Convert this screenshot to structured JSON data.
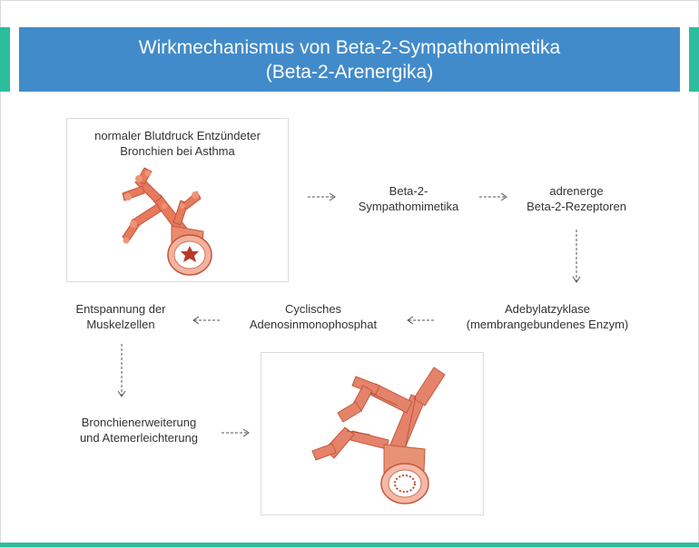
{
  "title": {
    "line1": "Wirkmechanismus von Beta-2-Sympathomimetika",
    "line2": "(Beta-2-Arenergika)"
  },
  "colors": {
    "accent": "#2bbd9c",
    "title_bg": "#428bca",
    "title_text": "#ffffff",
    "text": "#333333",
    "arrow": "#555555"
  },
  "nodes": {
    "inflamed": {
      "line1": "normaler Blutdruck Entzündeter",
      "line2": "Bronchien bei Asthma",
      "icon": "inflamed-bronchus-illustration"
    },
    "beta2": {
      "line1": "Beta-2-",
      "line2": "Sympathomimetika"
    },
    "receptors": {
      "line1": "adrenerge",
      "line2": "Beta-2-Rezeptoren"
    },
    "adenylate": {
      "line1": "Adebylatzyklase",
      "line2": "(membrangebundenes Enzym)"
    },
    "camp": {
      "line1": "Cyclisches",
      "line2": "Adenosinmonophosphat"
    },
    "relax": {
      "line1": "Entspannung der",
      "line2": "Muskelzellen"
    },
    "dilation": {
      "line1": "Bronchienerweiterung",
      "line2": "und Atemerleichterung"
    },
    "healthy": {
      "icon": "healthy-bronchus-illustration"
    }
  },
  "edges": [
    [
      "inflamed",
      "beta2"
    ],
    [
      "beta2",
      "receptors"
    ],
    [
      "receptors",
      "adenylate"
    ],
    [
      "adenylate",
      "camp"
    ],
    [
      "camp",
      "relax"
    ],
    [
      "relax",
      "dilation"
    ],
    [
      "dilation",
      "healthy"
    ]
  ]
}
